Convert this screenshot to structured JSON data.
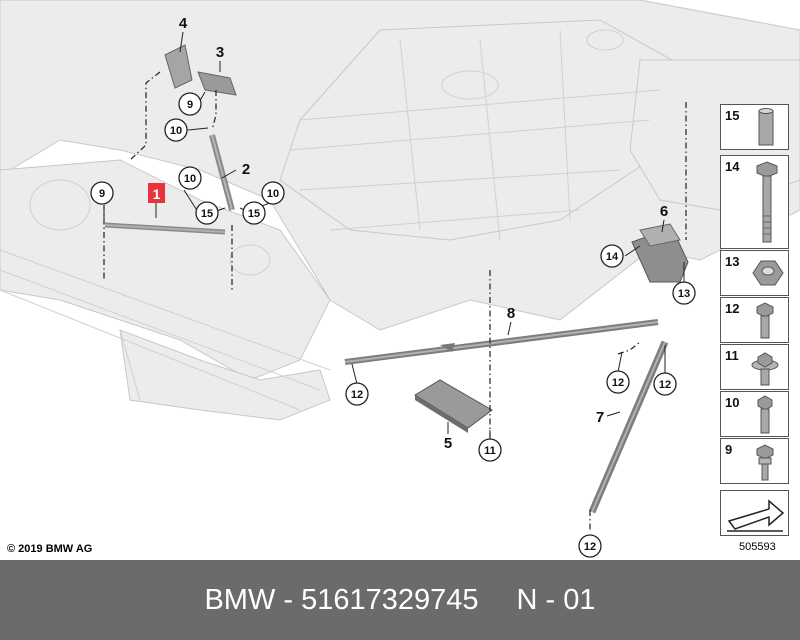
{
  "callouts": {
    "c1": "1",
    "c2": "2",
    "c3": "3",
    "c4": "4",
    "c5": "5",
    "c6": "6",
    "c7": "7",
    "c8": "8",
    "c9a": "9",
    "c9b": "9",
    "c10a": "10",
    "c10b": "10",
    "c10c": "10",
    "c11": "11",
    "c12a": "12",
    "c12b": "12",
    "c12c": "12",
    "c12d": "12",
    "c13": "13",
    "c14": "14",
    "c15a": "15",
    "c15b": "15"
  },
  "legend": [
    {
      "num": "15",
      "icon": "sleeve-icon"
    },
    {
      "num": "14",
      "icon": "long-bolt-icon"
    },
    {
      "num": "13",
      "icon": "hex-nut-icon"
    },
    {
      "num": "12",
      "icon": "flange-bolt-icon"
    },
    {
      "num": "11",
      "icon": "washer-bolt-icon"
    },
    {
      "num": "10",
      "icon": "hex-bolt-icon"
    },
    {
      "num": "9",
      "icon": "collar-bolt-icon"
    },
    {
      "num": "",
      "icon": "arrow-right-icon"
    }
  ],
  "copyright": "© 2019 BMW AG",
  "reference_number": "505593",
  "footer": {
    "brand": "BMW - 51617329745",
    "code": "N - 01"
  },
  "colors": {
    "highlight": "#e8323c",
    "footer_bg": "#6b6b6b",
    "body_shell": "#e8e8e8",
    "part_gray": "#8c8c8c"
  }
}
